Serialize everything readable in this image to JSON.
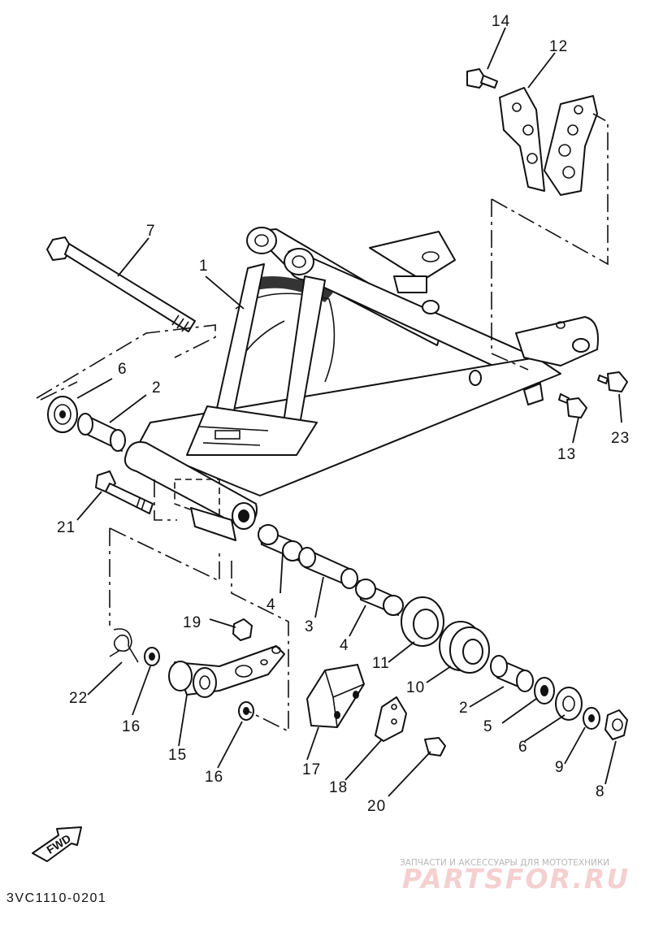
{
  "diagram_code": "3VC1110-0201",
  "fwd_label": "FWD",
  "watermark": {
    "tagline": "ЗАПЧАСТИ И АКСЕССУАРЫ ДЛЯ МОТОТЕХНИКИ",
    "brand": "PARTSFOR.RU"
  },
  "callouts": {
    "p1": "1",
    "p2a": "2",
    "p2b": "2",
    "p3": "3",
    "p4a": "4",
    "p4b": "4",
    "p5": "5",
    "p6a": "6",
    "p6b": "6",
    "p7": "7",
    "p8": "8",
    "p9": "9",
    "p10": "10",
    "p11": "11",
    "p12": "12",
    "p13": "13",
    "p14": "14",
    "p15": "15",
    "p16a": "16",
    "p16b": "16",
    "p17": "17",
    "p18": "18",
    "p19": "19",
    "p20": "20",
    "p21": "21",
    "p22": "22",
    "p23": "23"
  }
}
